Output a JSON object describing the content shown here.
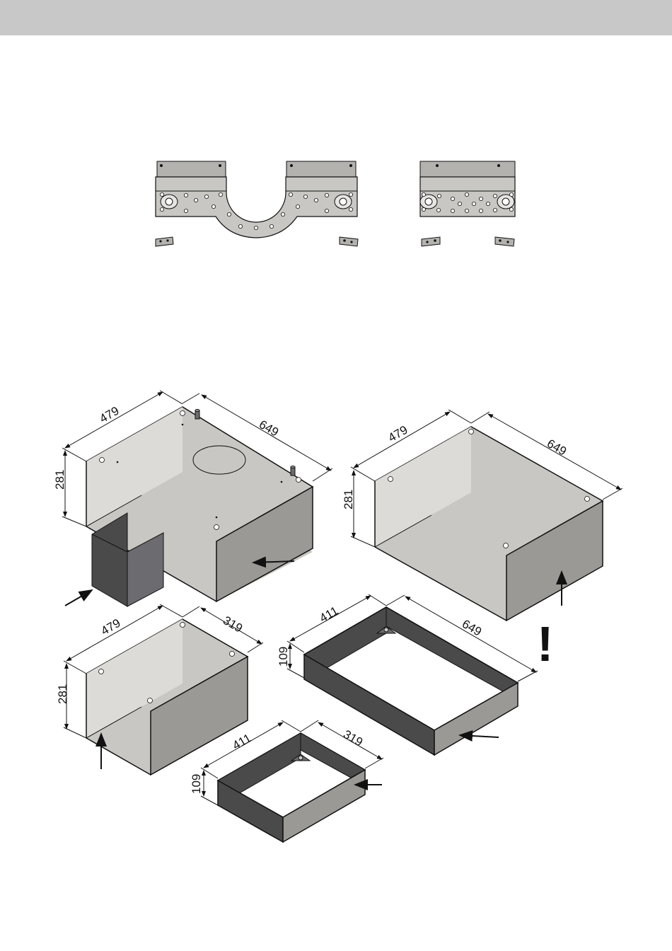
{
  "header_bar": {
    "color": "#c8c8c8"
  },
  "colors": {
    "panel_top": "#c8c7c3",
    "panel_side": "#9a9996",
    "panel_dark": "#4a4a4a",
    "panel_mid": "#6c6c70",
    "bracket": "#b3b2ae",
    "line": "#111111"
  },
  "dimensions": {
    "large_box": {
      "depth": "479",
      "width": "649",
      "height": "281"
    },
    "large_box_open": {
      "depth": "479",
      "width": "649",
      "height": "281"
    },
    "small_box": {
      "depth": "479",
      "width": "319",
      "height": "281"
    },
    "large_frame": {
      "depth": "411",
      "width": "649",
      "height": "109"
    },
    "small_frame": {
      "depth": "411",
      "width": "319",
      "height": "109"
    }
  },
  "warning_mark": "!",
  "icons": [
    "mounting-bracket-cutout-icon",
    "mounting-bracket-icon",
    "clip-icon",
    "arrow-icon"
  ]
}
